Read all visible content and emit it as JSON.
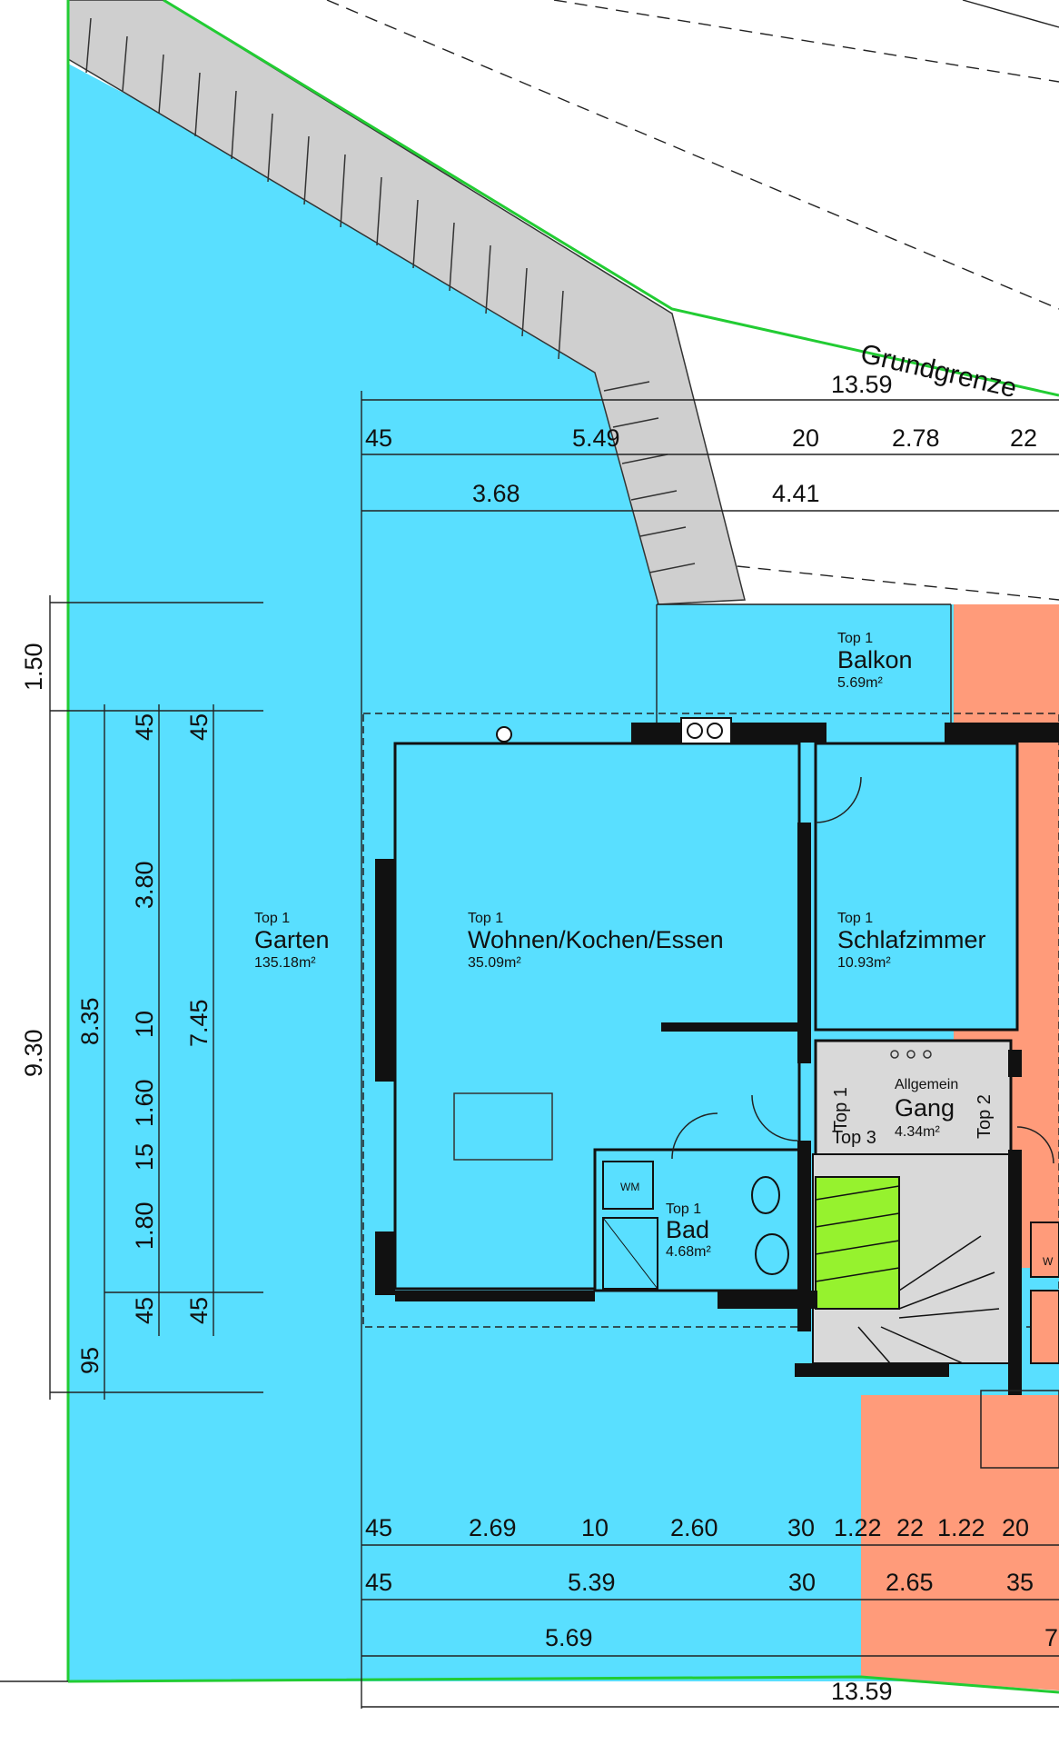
{
  "colors": {
    "blue_area": "#59dfff",
    "salmon_area": "#ff9b7a",
    "grey_slope": "#cfcfcf",
    "green_area": "#96f22e",
    "boundary": "#22cc33",
    "room_grey": "#d9d9d9"
  },
  "boundary_label": "Grundgrenze",
  "rooms": [
    {
      "top": "Top 1",
      "name": "Garten",
      "area": "135.18m²"
    },
    {
      "top": "Top 1",
      "name": "Balkon",
      "area": "5.69m²"
    },
    {
      "top": "Top 1",
      "name": "Wohnen/Kochen/Essen",
      "area": "35.09m²"
    },
    {
      "top": "Top 1",
      "name": "Schlafzimmer",
      "area": "10.93m²"
    },
    {
      "top": "Allgemein",
      "name": "Gang",
      "area": "4.34m²"
    },
    {
      "top": "Top 1",
      "name": "Bad",
      "area": "4.68m²"
    }
  ],
  "fixtures": {
    "washer": "WM",
    "washer2": "W"
  },
  "door_labels": {
    "top1": "Top 1",
    "top2": "Top 2",
    "top3": "Top 3"
  },
  "dimensions": {
    "top_total": "13.59",
    "top_row1": [
      "45",
      "5.49",
      "20",
      "2.78",
      "22"
    ],
    "top_row2": [
      "3.68",
      "4.41"
    ],
    "left_outer": [
      "1.50",
      "9.30"
    ],
    "left_mid": [
      "8.35",
      "95"
    ],
    "left_inner": [
      "45",
      "3.80",
      "10",
      "1.60",
      "15",
      "1.80",
      "45"
    ],
    "left_inner2": [
      "45",
      "7.45",
      "45"
    ],
    "bottom_row1": [
      "45",
      "2.69",
      "10",
      "2.60",
      "30",
      "1.22",
      "22",
      "1.22",
      "20"
    ],
    "bottom_row2": [
      "45",
      "5.39",
      "30",
      "2.65",
      "35"
    ],
    "bottom_row3": [
      "5.69",
      "7"
    ],
    "bottom_total": "13.59"
  }
}
